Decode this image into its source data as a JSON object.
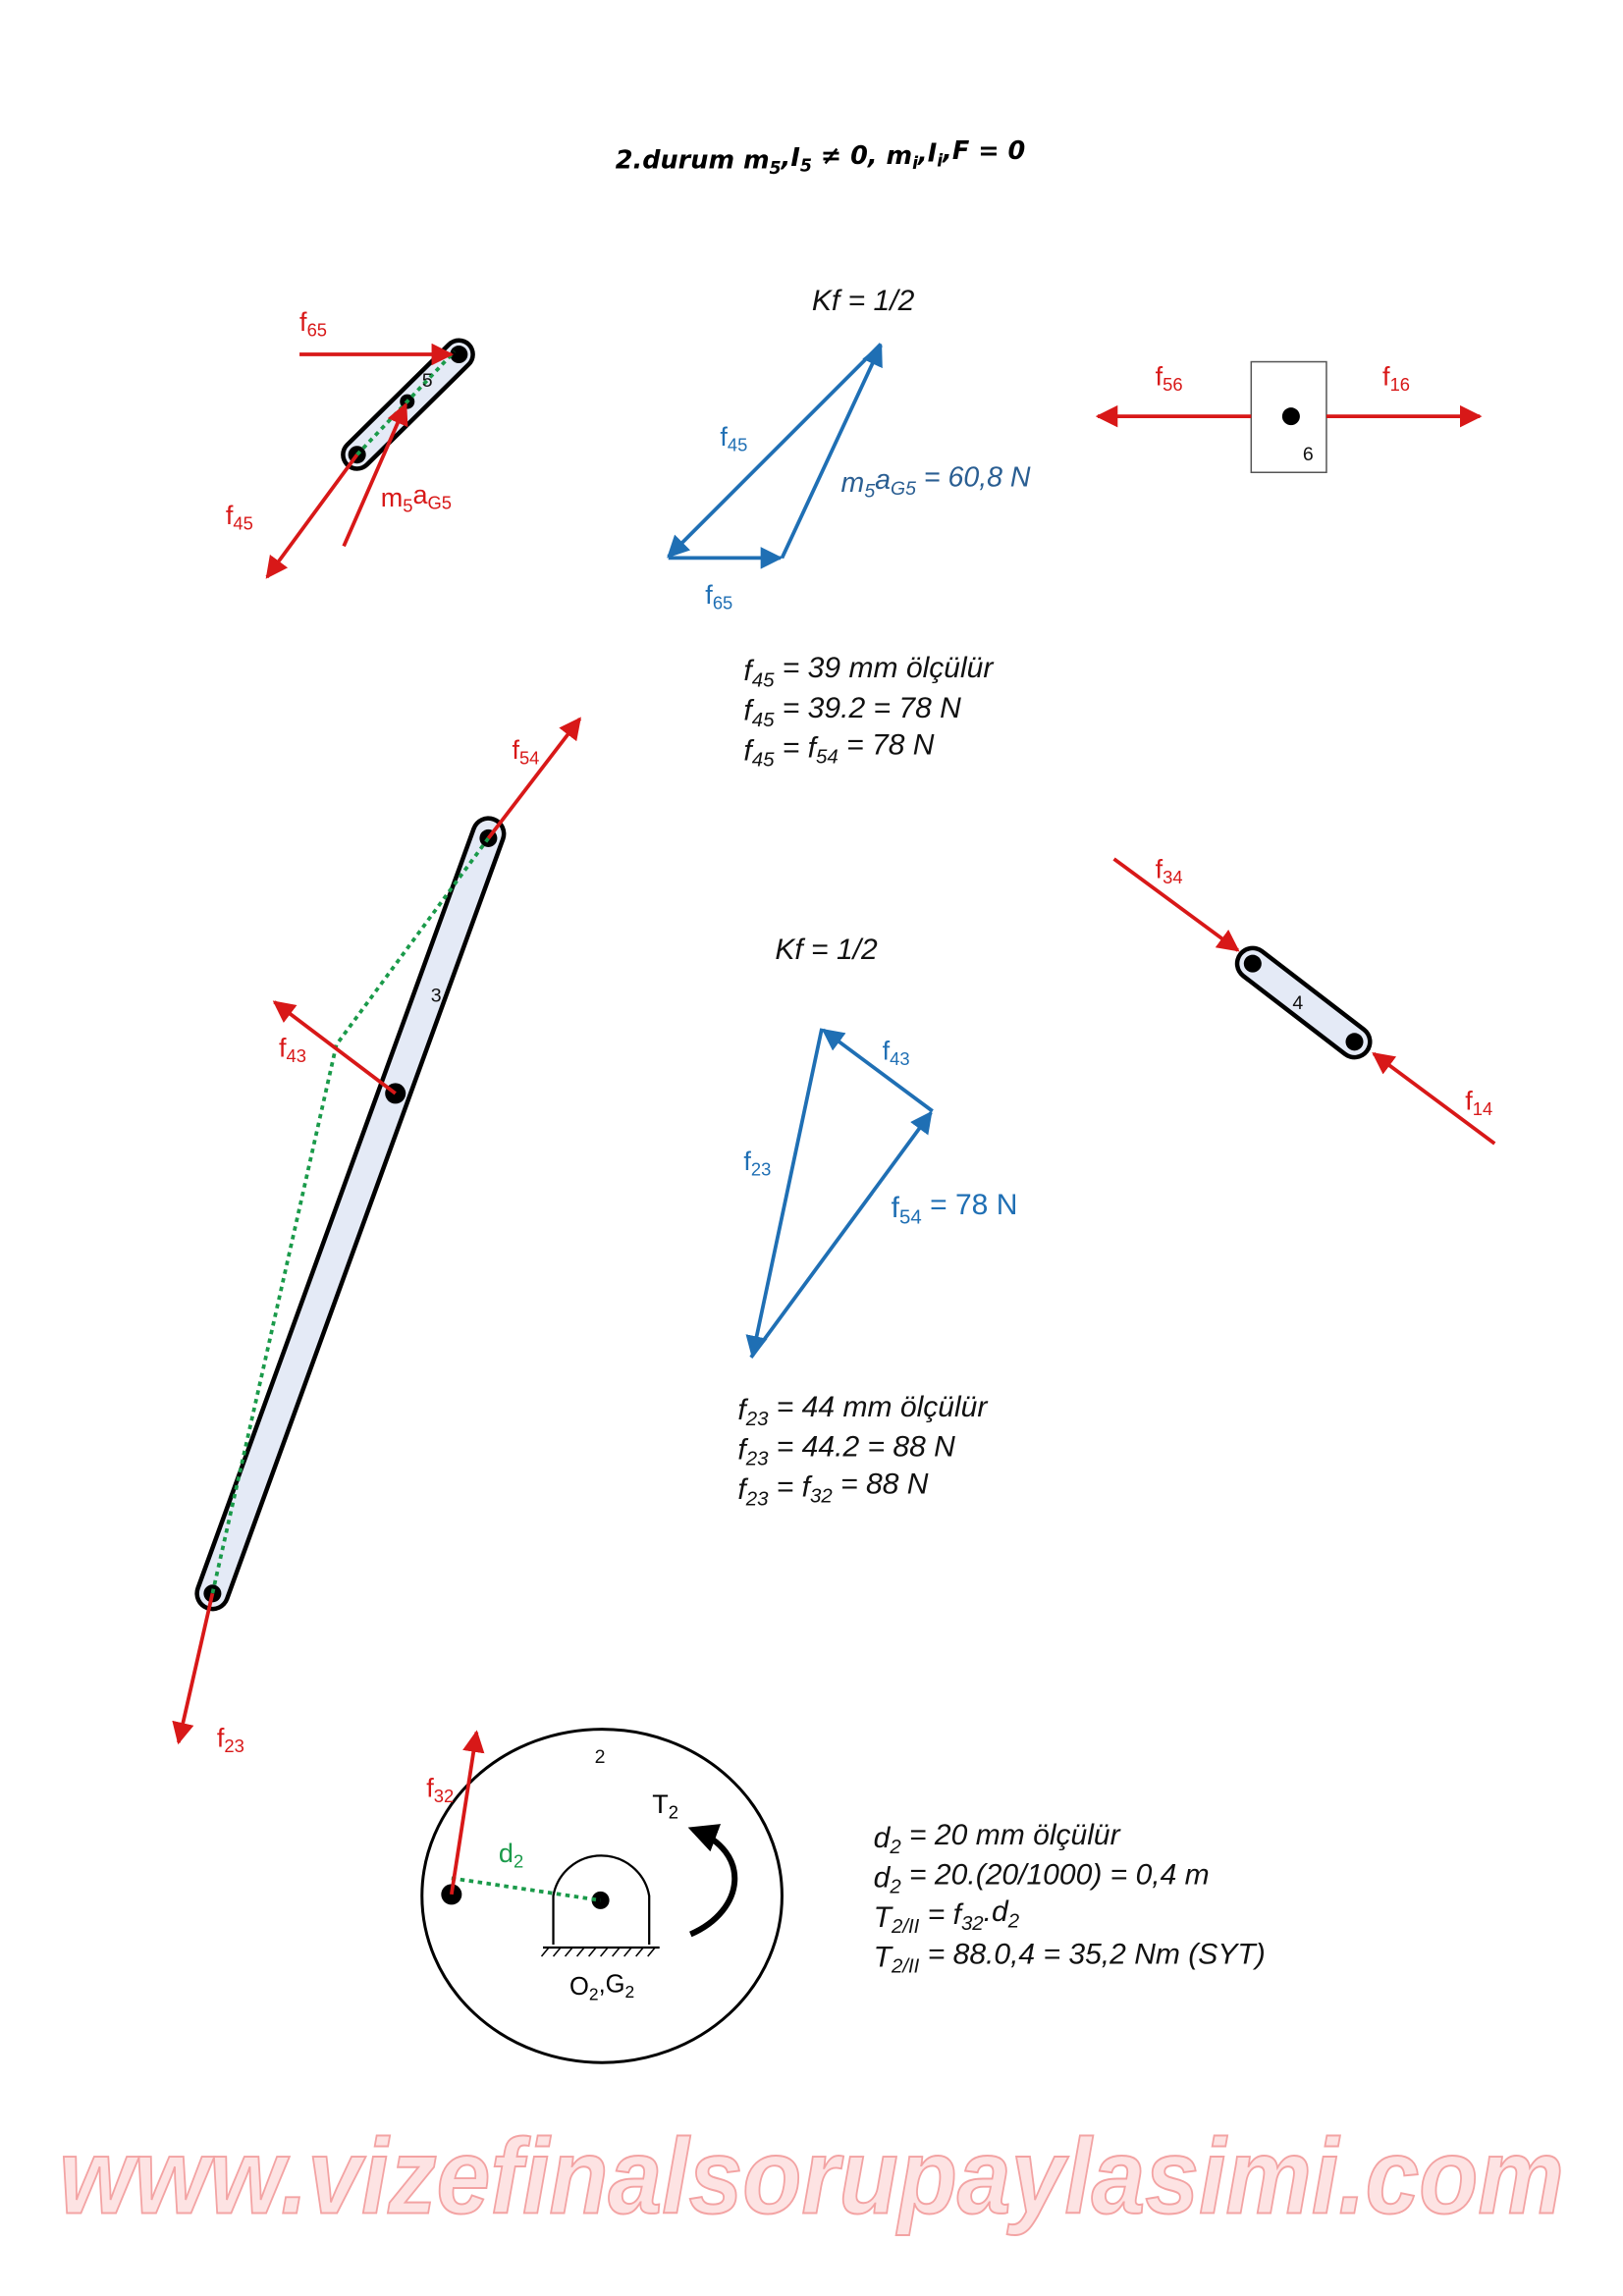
{
  "title": [
    [
      "2.durum m",
      ""
    ],
    [
      "5",
      ""
    ],
    [
      ",I",
      ""
    ],
    [
      "5",
      ""
    ],
    [
      " ≠  0, m",
      ""
    ],
    [
      "i",
      ""
    ],
    [
      ",I",
      ""
    ],
    [
      "i",
      ""
    ],
    [
      ",F = 0",
      ""
    ]
  ],
  "title_rich": [
    [
      "2.durum m",
      ""
    ],
    [
      "5",
      "sub"
    ],
    [
      ",I",
      ""
    ],
    [
      "5",
      "sub"
    ],
    [
      " ≠  0, m",
      ""
    ],
    [
      "i",
      "sub"
    ],
    [
      ",I",
      ""
    ],
    [
      "i",
      "sub"
    ],
    [
      ",F = 0",
      ""
    ]
  ],
  "watermark": "www.vizefinalsorupaylasimi.com",
  "colors": {
    "force": "#d81818",
    "polygon": "#1f6fb4",
    "moment_arm": "#1a9a4a",
    "link_fill": "#e4eaf6"
  },
  "link5": {
    "label": "5",
    "f65": [
      [
        "f",
        ""
      ],
      [
        "65",
        "sub"
      ]
    ],
    "f45": [
      [
        "f",
        ""
      ],
      [
        "45",
        "sub"
      ]
    ],
    "inertia": [
      [
        "m",
        ""
      ],
      [
        "5",
        "sub"
      ],
      [
        "a",
        ""
      ],
      [
        "G5",
        "sub"
      ]
    ]
  },
  "polygon1": {
    "scale": "Kf = 1/2",
    "f45": [
      [
        "f",
        ""
      ],
      [
        "45",
        "sub"
      ]
    ],
    "f65": [
      [
        "f",
        ""
      ],
      [
        "65",
        "sub"
      ]
    ],
    "inertia": [
      [
        "m",
        ""
      ],
      [
        "5",
        "sub"
      ],
      [
        "a",
        ""
      ],
      [
        "G5",
        "sub"
      ],
      [
        " = 60,8 N",
        ""
      ]
    ]
  },
  "slider6": {
    "label": "6",
    "f56": [
      [
        "f",
        ""
      ],
      [
        "56",
        "sub"
      ]
    ],
    "f16": [
      [
        "f",
        ""
      ],
      [
        "16",
        "sub"
      ]
    ]
  },
  "results1": [
    [
      [
        "f",
        ""
      ],
      [
        "45",
        "sub"
      ],
      [
        " = 39 mm ölçülür",
        ""
      ]
    ],
    [
      [
        "f",
        ""
      ],
      [
        "45",
        "sub"
      ],
      [
        " = 39.2 = 78 N",
        ""
      ]
    ],
    [
      [
        "f",
        ""
      ],
      [
        "45",
        "sub"
      ],
      [
        " = f",
        ""
      ],
      [
        "54",
        "sub"
      ],
      [
        " = 78 N",
        ""
      ]
    ]
  ],
  "link3": {
    "label": "3",
    "f54": [
      [
        "f",
        ""
      ],
      [
        "54",
        "sub"
      ]
    ],
    "f43": [
      [
        "f",
        ""
      ],
      [
        "43",
        "sub"
      ]
    ],
    "f23": [
      [
        "f",
        ""
      ],
      [
        "23",
        "sub"
      ]
    ]
  },
  "polygon2": {
    "scale": "Kf = 1/2",
    "f43": [
      [
        "f",
        ""
      ],
      [
        "43",
        "sub"
      ]
    ],
    "f23": [
      [
        "f",
        ""
      ],
      [
        "23",
        "sub"
      ]
    ],
    "f54": [
      [
        "f",
        ""
      ],
      [
        "54",
        "sub"
      ],
      [
        " = 78 N",
        ""
      ]
    ]
  },
  "link4": {
    "label": "4",
    "f34": [
      [
        "f",
        ""
      ],
      [
        "34",
        "sub"
      ]
    ],
    "f14": [
      [
        "f",
        ""
      ],
      [
        "14",
        "sub"
      ]
    ]
  },
  "results2": [
    [
      [
        "f",
        ""
      ],
      [
        "23",
        "sub"
      ],
      [
        " = 44 mm ölçülür",
        ""
      ]
    ],
    [
      [
        "f",
        ""
      ],
      [
        "23",
        "sub"
      ],
      [
        " = 44.2 = 88 N",
        ""
      ]
    ],
    [
      [
        "f",
        ""
      ],
      [
        "23",
        "sub"
      ],
      [
        " = f",
        ""
      ],
      [
        "32",
        "sub"
      ],
      [
        " = 88 N",
        ""
      ]
    ]
  ],
  "crank2": {
    "label": "2",
    "f32": [
      [
        "f",
        ""
      ],
      [
        "32",
        "sub"
      ]
    ],
    "d2": [
      [
        "d",
        ""
      ],
      [
        "2",
        "sub"
      ]
    ],
    "torque": [
      [
        "T",
        ""
      ],
      [
        "2",
        "sub"
      ]
    ],
    "pivot": [
      [
        "O",
        ""
      ],
      [
        "2",
        "sub"
      ],
      [
        ",G",
        ""
      ],
      [
        "2",
        "sub"
      ]
    ]
  },
  "results3": [
    [
      [
        "d",
        ""
      ],
      [
        "2",
        "sub"
      ],
      [
        " = 20 mm ölçülür",
        ""
      ]
    ],
    [
      [
        "d",
        ""
      ],
      [
        "2",
        "sub"
      ],
      [
        " = 20.(20/1000) = 0,4 m",
        ""
      ]
    ],
    [
      [
        "T",
        ""
      ],
      [
        "2/II",
        "sub"
      ],
      [
        " = f",
        ""
      ],
      [
        "32",
        "sub"
      ],
      [
        ".d",
        ""
      ],
      [
        "2",
        "sub"
      ]
    ],
    [
      [
        "T",
        ""
      ],
      [
        "2/II",
        "sub"
      ],
      [
        " = 88.0,4 = 35,2 Nm (SYT)",
        ""
      ]
    ]
  ]
}
